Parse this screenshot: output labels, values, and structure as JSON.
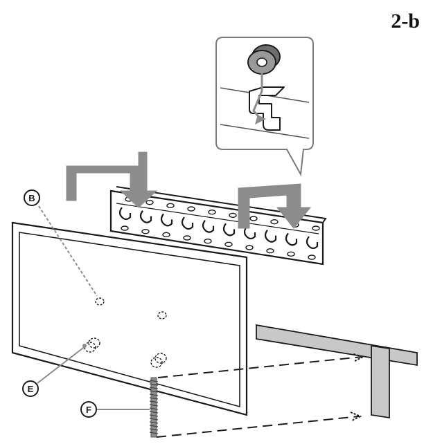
{
  "step_label": "2-b",
  "parts": {
    "b": "B",
    "e": "E",
    "f": "F"
  },
  "colors": {
    "line": "#1a1a1a",
    "gray_fill": "#8c8c8c",
    "panel_fill": "#c8c8c8",
    "bubble_stroke": "#7a7a7a"
  }
}
